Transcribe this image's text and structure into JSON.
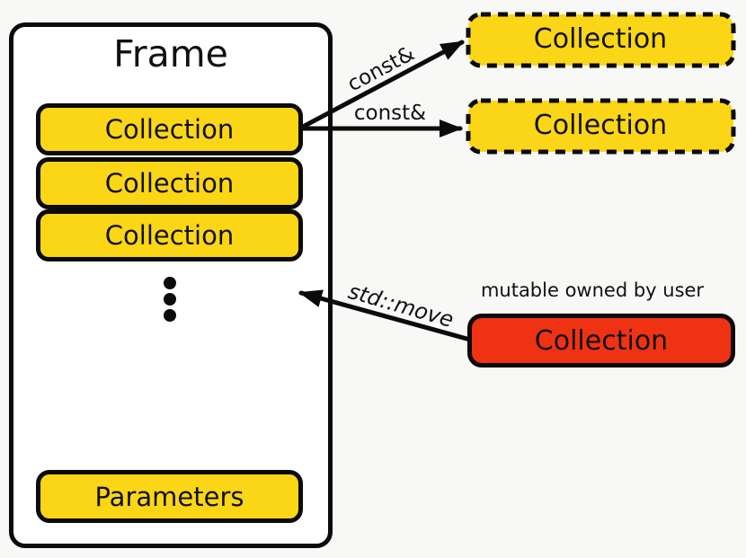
{
  "colors": {
    "yellow": "#FBD616",
    "red": "#EF3312",
    "outline": "#0b0b0b",
    "background": "#F8F8F7",
    "frame_fill": "#FFFFFF"
  },
  "frame": {
    "title": "Frame",
    "collections": [
      "Collection",
      "Collection",
      "Collection"
    ],
    "parameters_label": "Parameters"
  },
  "borrowed_copies": [
    {
      "label": "Collection",
      "arrow_label": "const&"
    },
    {
      "label": "Collection",
      "arrow_label": "const&"
    }
  ],
  "user_collection": {
    "label": "Collection",
    "caption": "mutable owned by user",
    "arrow_label": "std::move"
  }
}
